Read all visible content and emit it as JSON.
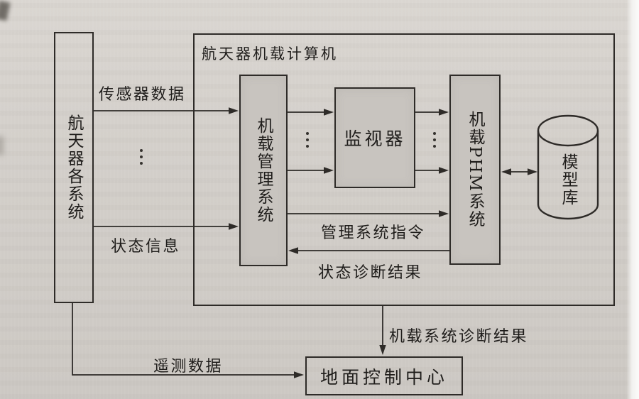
{
  "diagram": {
    "title_box_label": "航天器机载计算机",
    "nodes": {
      "spacecraft_systems": "航天器各系统",
      "onboard_management": "机载管理系统",
      "monitor": "监视器",
      "onboard_phm": "机载PHM系统",
      "model_library": "模型库",
      "ground_control": "地面控制中心"
    },
    "edge_labels": {
      "sensor_data": "传感器数据",
      "status_info": "状态信息",
      "management_commands": "管理系统指令",
      "status_diagnosis_result": "状态诊断结果",
      "onboard_diagnosis_result": "机载系统诊断结果",
      "telemetry_data": "遥测数据"
    },
    "colors": {
      "paper": "#d2cec9",
      "node_fill": "#c8c4bf",
      "line": "#2e2b28",
      "text": "#1f1d1b"
    }
  }
}
